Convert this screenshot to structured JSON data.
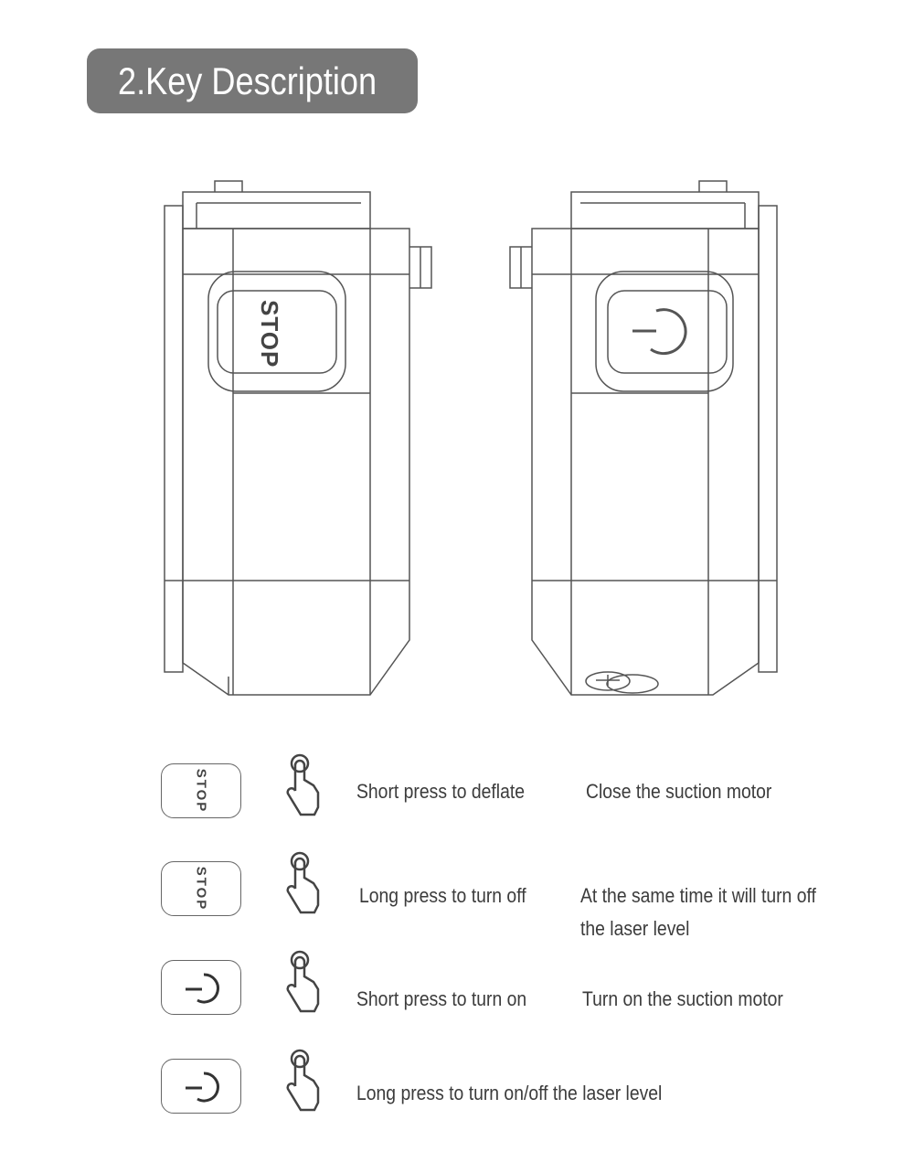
{
  "header": {
    "title": "2.Key Description"
  },
  "device": {
    "stop_label": "STOP"
  },
  "keys": [
    {
      "key": "STOP",
      "icon": "stop-key",
      "action": "Short press to deflate",
      "result": "Close the suction motor"
    },
    {
      "key": "STOP",
      "icon": "stop-key",
      "action": "Long press to turn off",
      "result": "At the same time it will turn off",
      "result2": "the laser level"
    },
    {
      "key": "",
      "icon": "power-key",
      "action": "Short press to turn on",
      "result": "Turn on the suction motor"
    },
    {
      "key": "",
      "icon": "power-key",
      "action": "Long press to turn on/off the laser level"
    }
  ]
}
